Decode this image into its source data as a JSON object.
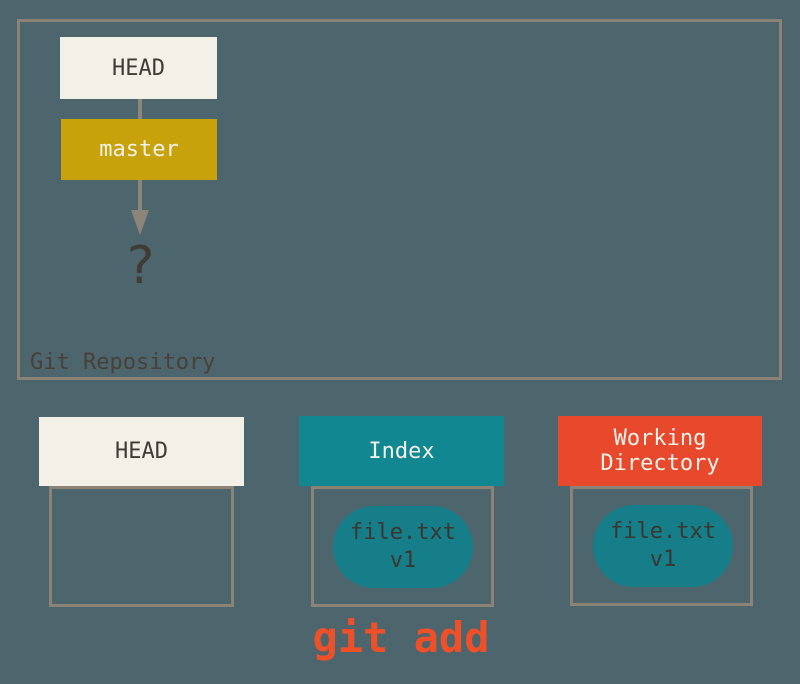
{
  "colors": {
    "background": "#4D666E",
    "outline": "#8B8375",
    "offwhite_box": "#F2F0E7",
    "branch_gold": "#C7A20A",
    "teal": "#118792",
    "teal_pill": "#157E89",
    "orange_red": "#E8482B",
    "command_red": "#F05028",
    "dark_text": "#3F3B35",
    "light_text": "#F2F1EA",
    "arrow_gray": "#8C867A",
    "repo_label_text": "#4A403A",
    "pill_text": "#3A3631"
  },
  "repository": {
    "label": "Git Repository",
    "head_box_label": "HEAD",
    "branch_box_label": "master",
    "unknown_target_label": "?"
  },
  "columns": {
    "head": {
      "label": "HEAD"
    },
    "index": {
      "label": "Index",
      "file": {
        "name": "file.txt",
        "version": "v1"
      }
    },
    "working_directory": {
      "label": "Working Directory",
      "file": {
        "name": "file.txt",
        "version": "v1"
      }
    }
  },
  "command_label": "git add"
}
